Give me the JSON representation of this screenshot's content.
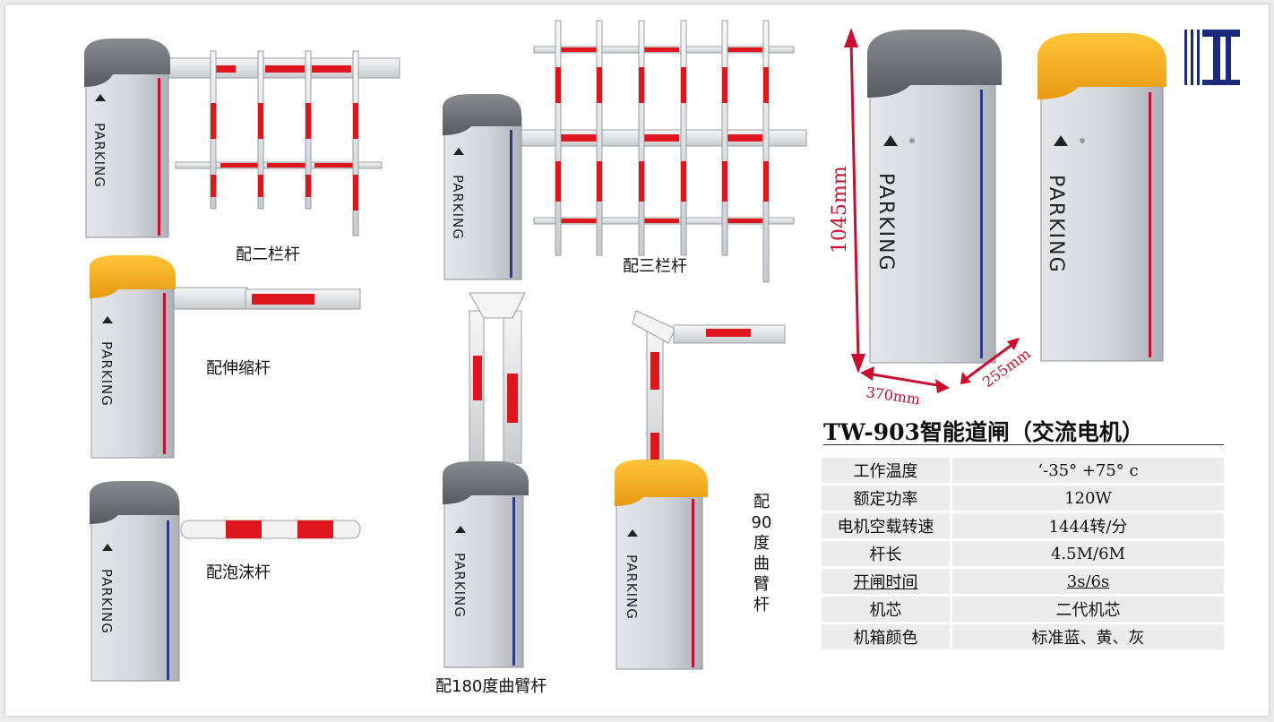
{
  "captions": {
    "two_bar": "配二栏杆",
    "three_bar": "配三栏杆",
    "telescopic": "配伸缩杆",
    "foam": "配泡沫杆",
    "folding_180": "配180度曲臂杆",
    "folding_90": "配90度曲臂杆"
  },
  "cabinet_label": "PARKING",
  "dimensions": {
    "height": "1045mm",
    "width": "370mm",
    "depth": "255mm"
  },
  "logo_alt": "logo-mark",
  "product": {
    "title": "TW-903智能道闸（交流电机）",
    "specs": [
      {
        "label": "工作温度",
        "value": "‘-35° +75° c"
      },
      {
        "label": "额定功率",
        "value": "120W"
      },
      {
        "label": "电机空载转速",
        "value": "1444转/分"
      },
      {
        "label": "杆长",
        "value": "4.5M/6M"
      },
      {
        "label": "开闸时间",
        "value": "3s/6s"
      },
      {
        "label": "机芯",
        "value": "二代机芯"
      },
      {
        "label": "机箱颜色",
        "value": "标准蓝、黄、灰"
      }
    ]
  },
  "colors": {
    "cap_gray": "#6f7075",
    "cap_yellow": "#f6b118",
    "boom_red": "#e0161f",
    "cabinet": "#d6d8dc",
    "stripe_blue": "#2a3a8c",
    "stripe_red": "#c8102e"
  }
}
